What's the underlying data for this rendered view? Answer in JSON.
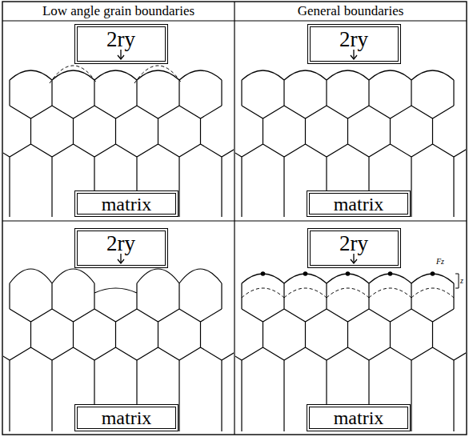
{
  "diagram": {
    "nodes": [
      {
        "text": [
          "2ry"
        ]
      },
      {
        "text": [
          "matrix"
        ]
      },
      {
        "text": [
          "2ry"
        ]
      },
      {
        "text": [
          "matrix"
        ]
      },
      {
        "text": [
          "2ry"
        ]
      },
      {
        "text": [
          "matrix"
        ]
      },
      {
        "text": [
          "2ry"
        ]
      },
      {
        "text": [
          "matrix"
        ]
      }
    ],
    "labels": [
      "Low angle grain boundaries",
      "General boundaries",
      "Fz",
      "z"
    ]
  }
}
